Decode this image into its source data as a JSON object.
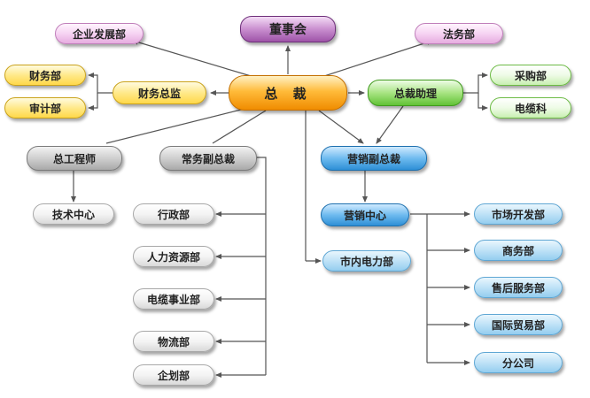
{
  "nodes": {
    "board": "董事会",
    "ceo": "总 裁",
    "enterprise_dev": "企业发展部",
    "legal": "法务部",
    "finance_dept": "财务部",
    "audit": "审计部",
    "cfo": "财务总监",
    "assistant": "总裁助理",
    "procurement": "采购部",
    "cable_section": "电缆科",
    "chief_engineer": "总工程师",
    "tech_center": "技术中心",
    "exec_vp": "常务副总裁",
    "admin": "行政部",
    "hr": "人力资源部",
    "cable_business": "电缆事业部",
    "logistics": "物流部",
    "planning": "企划部",
    "sales_vp": "营销副总裁",
    "sales_center": "营销中心",
    "city_power": "市内电力部",
    "market_dev": "市场开发部",
    "commerce": "商务部",
    "after_sales": "售后服务部",
    "intl_trade": "国际贸易部",
    "branch": "分公司"
  }
}
